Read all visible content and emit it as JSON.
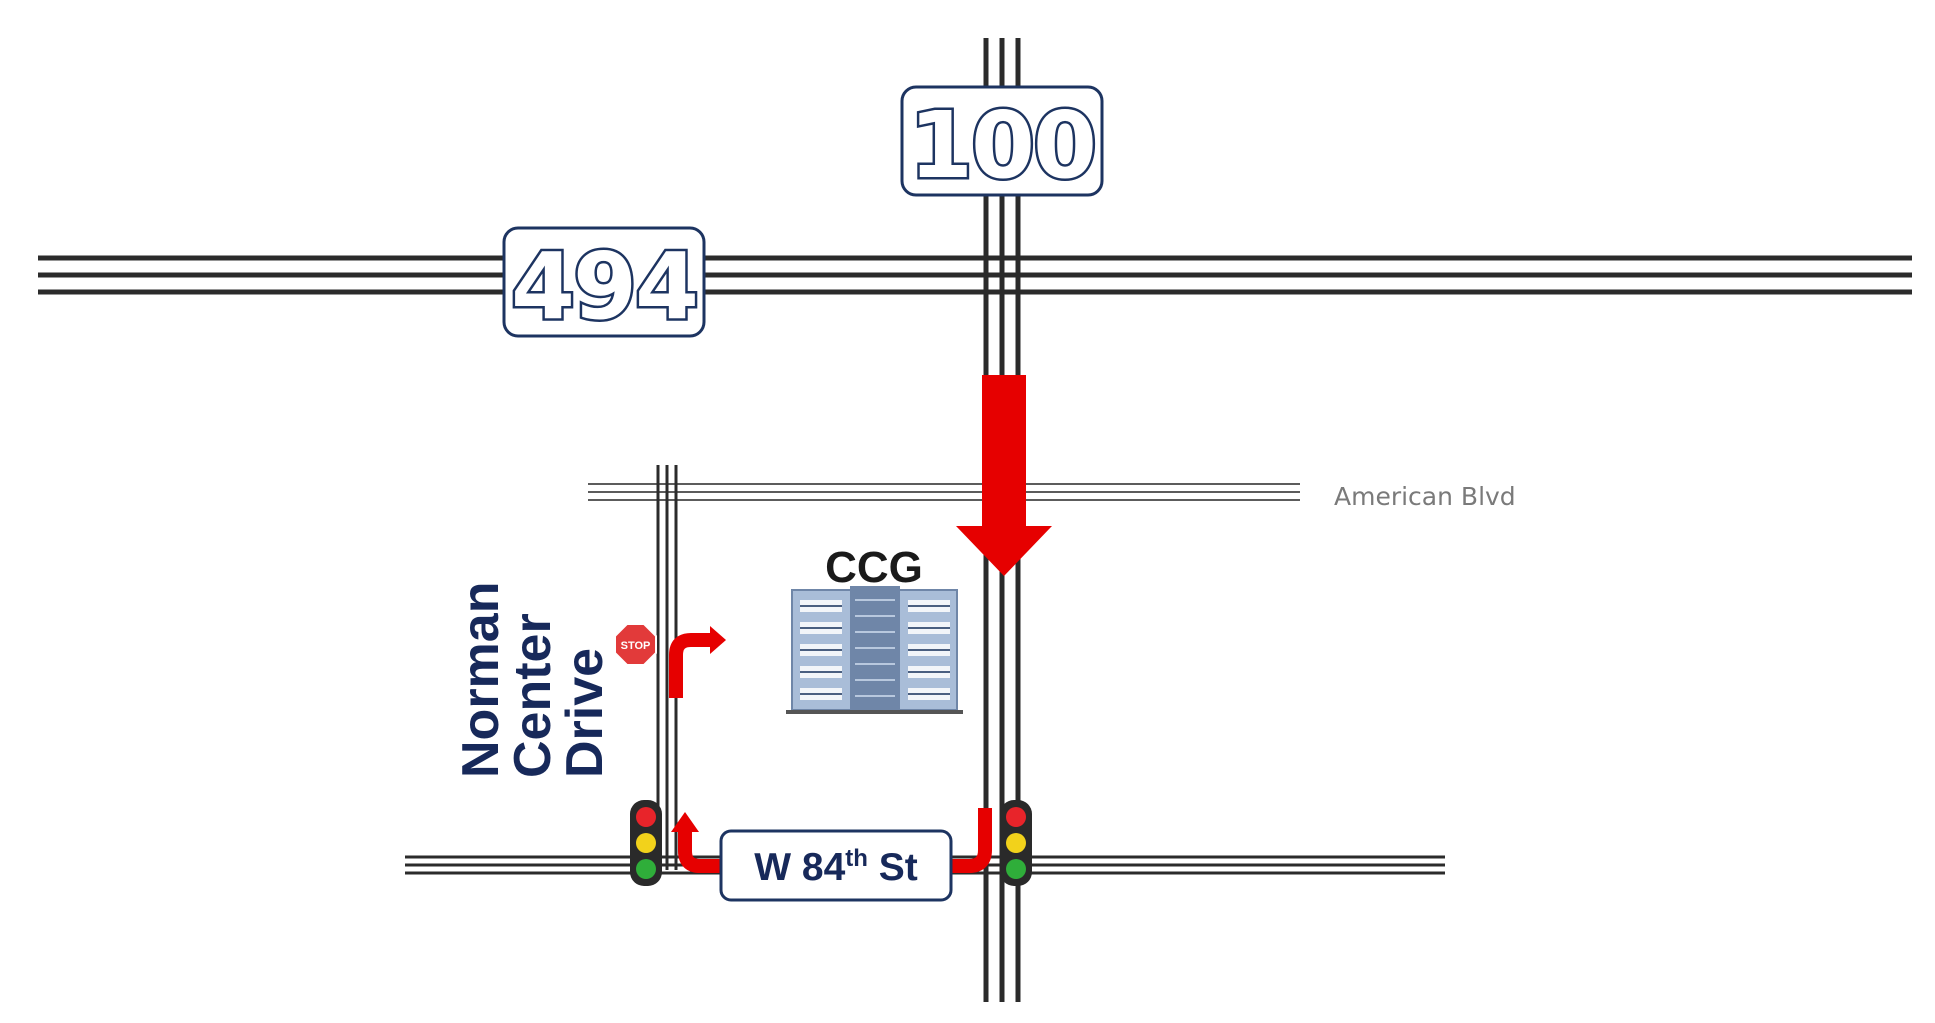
{
  "highways": {
    "i494": {
      "label": "494"
    },
    "hwy100": {
      "label": "100"
    }
  },
  "streets": {
    "american_blvd": {
      "label": "American Blvd"
    },
    "w84": {
      "prefix": "W 84",
      "superscript": "th",
      "suffix": " St"
    },
    "norman_center": {
      "lines": [
        "Norman",
        "Center",
        "Drive"
      ]
    }
  },
  "destination": {
    "label": "CCG"
  },
  "signs": {
    "stop": "STOP"
  },
  "colors": {
    "road": "#2b2b2b",
    "route_arrow": "#e60000",
    "shield_border": "#1d3461",
    "label_navy": "#17295a",
    "light_red": "#e8242a",
    "light_yellow": "#f2d21b",
    "light_green": "#2fae3a",
    "building": "#8ea6c7"
  }
}
